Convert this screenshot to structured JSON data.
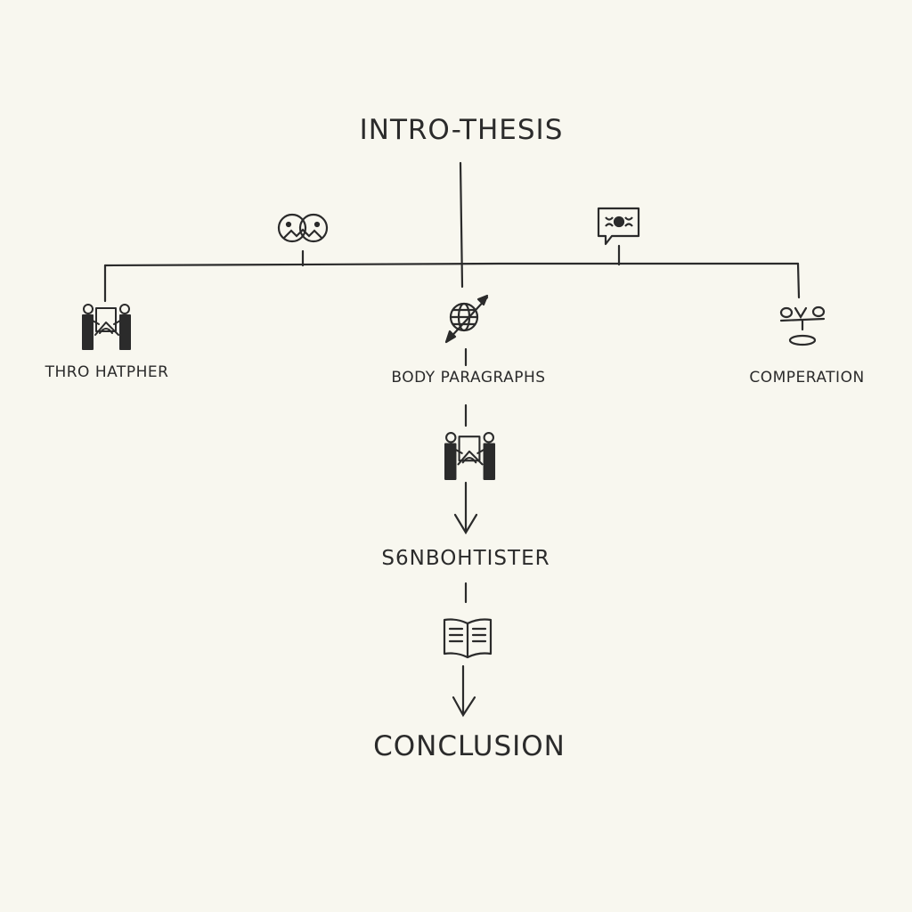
{
  "diagram": {
    "top": {
      "label": "Intro-Thesis"
    },
    "left": {
      "label": "Thro Hatpher",
      "icon": "people-easel-icon"
    },
    "center": {
      "label": "Body Paragraphs",
      "icon": "globe-arrow-icon"
    },
    "right": {
      "label": "Comperation",
      "icon": "balance-scale-icon"
    },
    "upper_left_icon": "twin-faces-icon",
    "upper_right_icon": "speech-bubble-icon",
    "middle": {
      "label": "S6nbohtister",
      "icon": "people-easel-icon"
    },
    "book_icon": "open-book-icon",
    "bottom": {
      "label": "Conclusion"
    },
    "colors": {
      "background": "#f8f7ef",
      "ink": "#2b2b2b"
    }
  }
}
